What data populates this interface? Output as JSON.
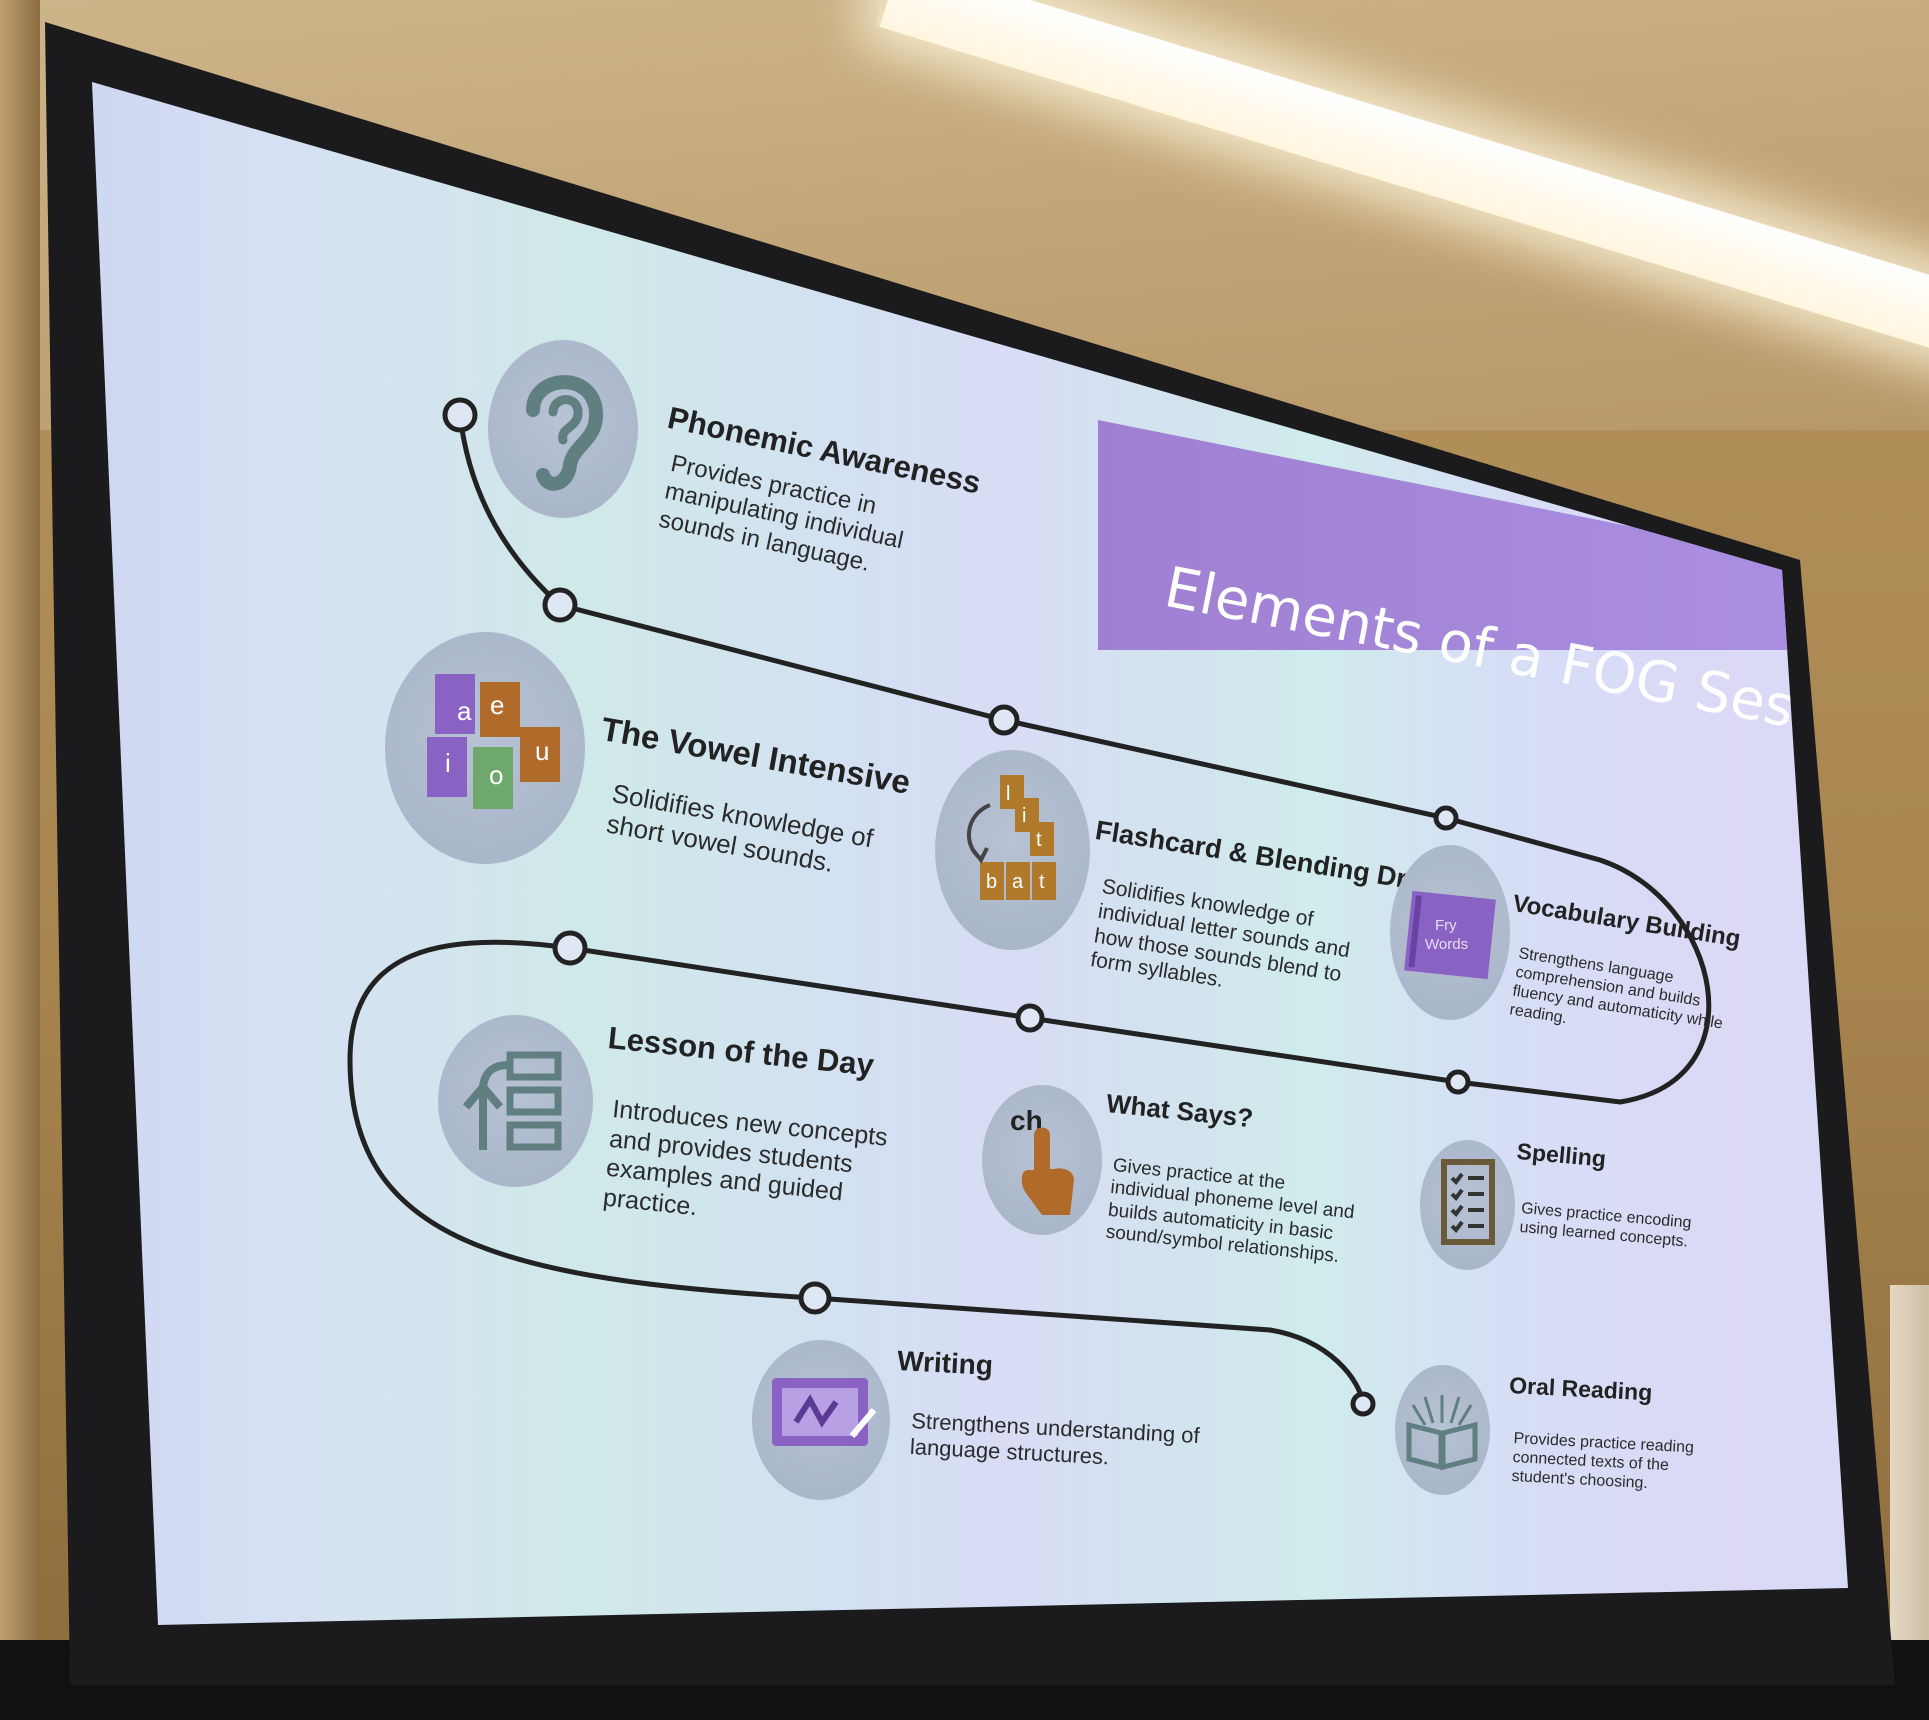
{
  "slide": {
    "title": "Elements of a FOG Session"
  },
  "elements": [
    {
      "heading": "Phonemic Awareness",
      "description": "Provides practice in manipulating individual sounds in language.",
      "icon": "ear-icon"
    },
    {
      "heading": "The Vowel Intensive",
      "description": "Solidifies knowledge of short vowel sounds.",
      "icon": "vowel-tiles-icon",
      "icon_letters": [
        "a",
        "e",
        "i",
        "o",
        "u"
      ]
    },
    {
      "heading": "Flashcard & Blending Drill",
      "description": "Solidifies knowledge of individual letter sounds and how those sounds blend to form syllables.",
      "icon": "letter-blocks-icon",
      "icon_letters": [
        "l",
        "i",
        "t",
        "b",
        "a",
        "t"
      ]
    },
    {
      "heading": "Vocabulary Building",
      "description": "Strengthens language comprehension and builds fluency and automaticity while reading.",
      "icon": "fry-words-book-icon",
      "icon_text": "Fry Words"
    },
    {
      "heading": "Lesson of the Day",
      "description": "Introduces new concepts and provides students examples and guided practice.",
      "icon": "lesson-steps-icon"
    },
    {
      "heading": "What Says?",
      "description": "Gives practice at the individual phoneme level and builds automaticity in basic sound/symbol relationships.",
      "icon": "pointing-hand-icon",
      "icon_text": "ch"
    },
    {
      "heading": "Spelling",
      "description": "Gives practice encoding using learned concepts.",
      "icon": "checklist-icon"
    },
    {
      "heading": "Writing",
      "description": "Strengthens understanding of language structures.",
      "icon": "tablet-writing-icon"
    },
    {
      "heading": "Oral Reading",
      "description": "Provides practice reading connected texts of the student's choosing.",
      "icon": "open-book-icon"
    }
  ],
  "colors": {
    "title_band": "#a487d9",
    "path_line": "#222222",
    "icon_circle": "#aab5c9",
    "purple_icon": "#8a62c4",
    "orange_icon": "#b06a2a",
    "green_icon": "#6fa86c",
    "teal_icon": "#5f7f80"
  }
}
